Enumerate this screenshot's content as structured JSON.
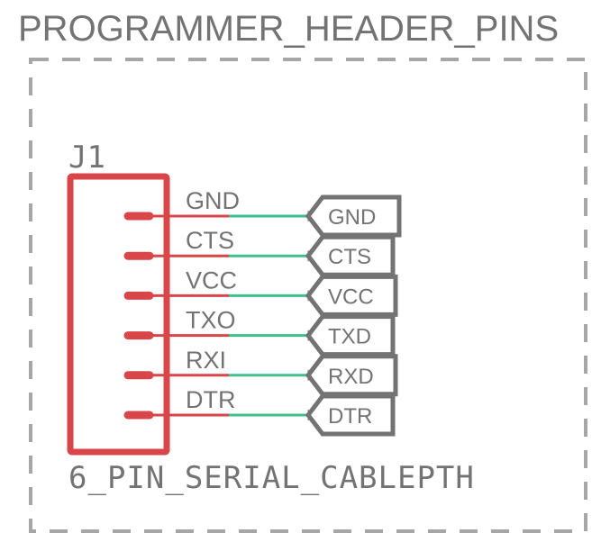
{
  "sheet": {
    "title": "PROGRAMMER_HEADER_PINS"
  },
  "part": {
    "refdes": "J1",
    "value": "6_PIN_SERIAL_CABLEPTH"
  },
  "pins": [
    {
      "name": "GND",
      "net": "GND"
    },
    {
      "name": "CTS",
      "net": "CTS"
    },
    {
      "name": "VCC",
      "net": "VCC"
    },
    {
      "name": "TXO",
      "net": "TXD"
    },
    {
      "name": "RXI",
      "net": "RXD"
    },
    {
      "name": "DTR",
      "net": "DTR"
    }
  ],
  "colors": {
    "frame": "#a6a6a6",
    "text": "#737373",
    "symbol": "#d9464a",
    "wire": "#3dbf8f",
    "label_outline": "#737373"
  }
}
